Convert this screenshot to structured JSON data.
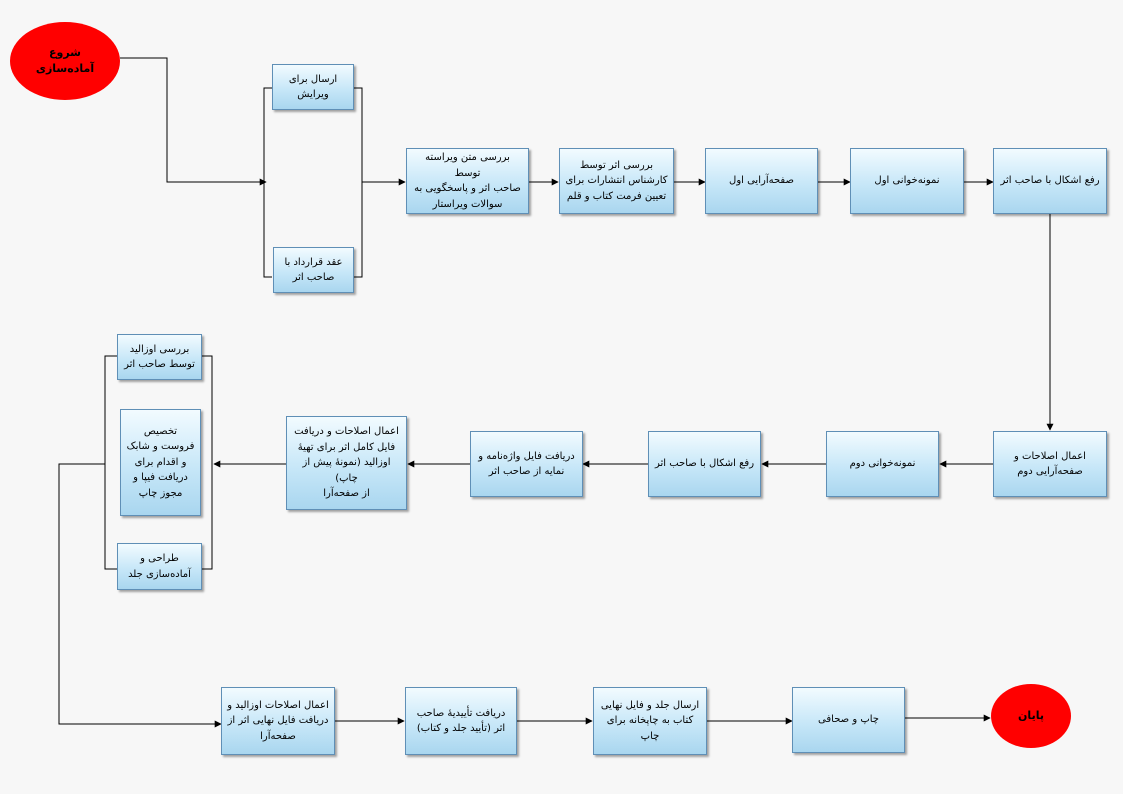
{
  "colors": {
    "terminal": "#ff0000",
    "box_top": "#f2fbff",
    "box_bottom": "#a9d6ef",
    "box_border": "#5f8fb6",
    "line": "#000000"
  },
  "flow": {
    "start": "شروع\nآماده‌سازی",
    "end": "پایان",
    "row1": {
      "send_edit": "ارسال برای\nویرایش",
      "contract": "عقد قرارداد با\nصاحب اثر",
      "review_author": "بررسی متن ویراسته توسط\nصاحب اثر و پاسخگویی به\nسوالات ویراستار",
      "review_expert": "بررسی اثر توسط\nکارشناس انتشارات برای\nتعیین فرمت کتاب و قلم",
      "layout1": "صفحه‌آرایی اول",
      "proof1": "نمونه‌خوانی اول",
      "fix1": "رفع اشکال با صاحب اثر"
    },
    "row2": {
      "corrections2": "اعمال اصلاحات و\nصفحه‌آرایی دوم",
      "proof2": "نمونه‌خوانی دوم",
      "fix2": "رفع اشکال با صاحب اثر",
      "glossary": "دریافت فایل واژه‌نامه و\nنمایه از صاحب اثر",
      "full_file": "اعمال اصلاحات و دریافت\nفایل کامل اثر برای تهیهٔ\nاوزالید (نمونهٔ پیش از چاپ)\nاز صفحه‌آرا",
      "ozalid_review": "بررسی اوزالید\nتوسط صاحب اثر",
      "fipa": "تخصیص\nفروست و شابک\nو اقدام برای\nدریافت فیپا و\nمجوز چاپ",
      "cover": "طراحی و\nآماده‌سازی جلد"
    },
    "row3": {
      "final_file": "اعمال اصلاحات اوزالید و\nدریافت فایل نهایی اثر از\nصفحه‌آرا",
      "approval": "دریافت تأییدیهٔ صاحب\nاثر (تأیید جلد و کتاب)",
      "send_print": "ارسال جلد و فایل نهایی\nکتاب به چاپخانه برای\nچاپ",
      "print": "چاپ و صحافی"
    }
  }
}
